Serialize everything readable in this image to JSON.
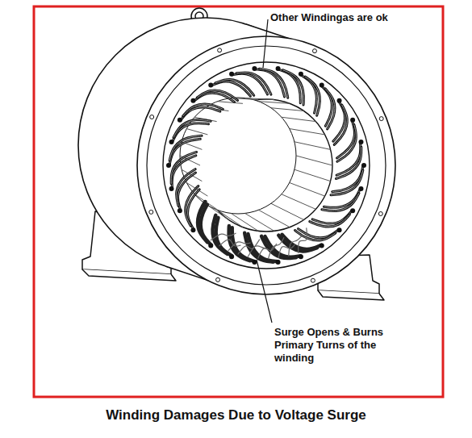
{
  "diagram": {
    "caption": "Winding Damages Due to Voltage Surge",
    "labels": [
      "Other Windingas are ok",
      "Surge Opens & Burns Primary Turns of the winding"
    ]
  }
}
